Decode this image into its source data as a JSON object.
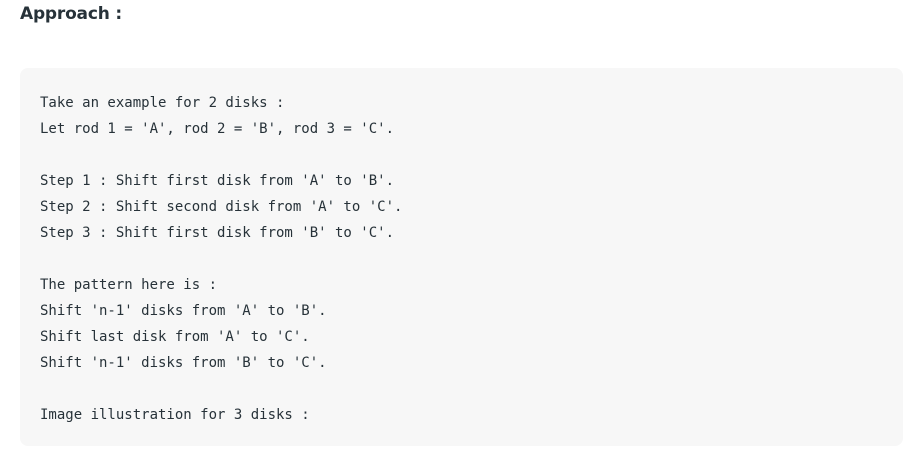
{
  "heading": "Approach :",
  "code_lines": [
    "Take an example for 2 disks :",
    "Let rod 1 = 'A', rod 2 = 'B', rod 3 = 'C'.",
    "",
    "Step 1 : Shift first disk from 'A' to 'B'.",
    "Step 2 : Shift second disk from 'A' to 'C'.",
    "Step 3 : Shift first disk from 'B' to 'C'.",
    "",
    "The pattern here is :",
    "Shift 'n-1' disks from 'A' to 'B'.",
    "Shift last disk from 'A' to 'C'.",
    "Shift 'n-1' disks from 'B' to 'C'.",
    "",
    "Image illustration for 3 disks :"
  ]
}
